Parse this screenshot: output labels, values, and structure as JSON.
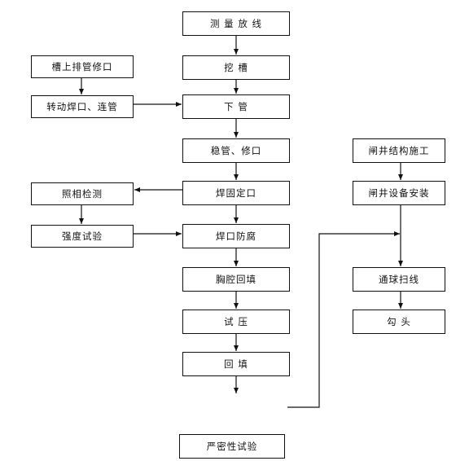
{
  "flowchart": {
    "main": [
      "测 量 放 线",
      "挖    槽",
      "下    管",
      "稳管、修口",
      "焊固定口",
      "焊口防腐",
      "胸腔回填",
      "试    压",
      "回    填",
      "严密性试验"
    ],
    "left": [
      "槽上排管修口",
      "转动焊口、连管",
      "照相检测",
      "强度试验"
    ],
    "right": [
      "闸井结构施工",
      "闸井设备安装",
      "通球扫线",
      "勾    头"
    ]
  }
}
